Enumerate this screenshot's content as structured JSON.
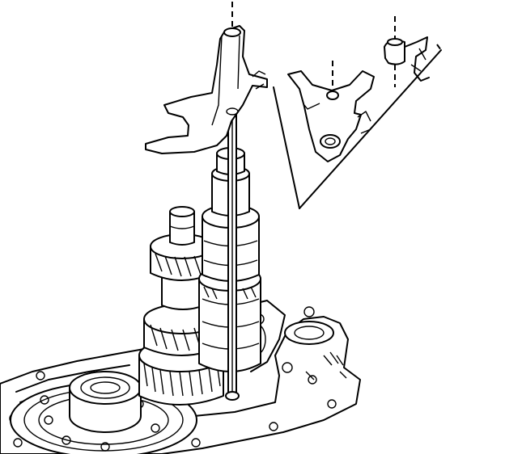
{
  "figure": {
    "background": "#ffffff",
    "line_color": "#000000",
    "parts": [
      "shift-fork-left",
      "shift-fork-middle",
      "shift-bracket-right",
      "fork-shaft",
      "input-gear-cluster",
      "output-gear-cluster",
      "transmission-case"
    ]
  }
}
